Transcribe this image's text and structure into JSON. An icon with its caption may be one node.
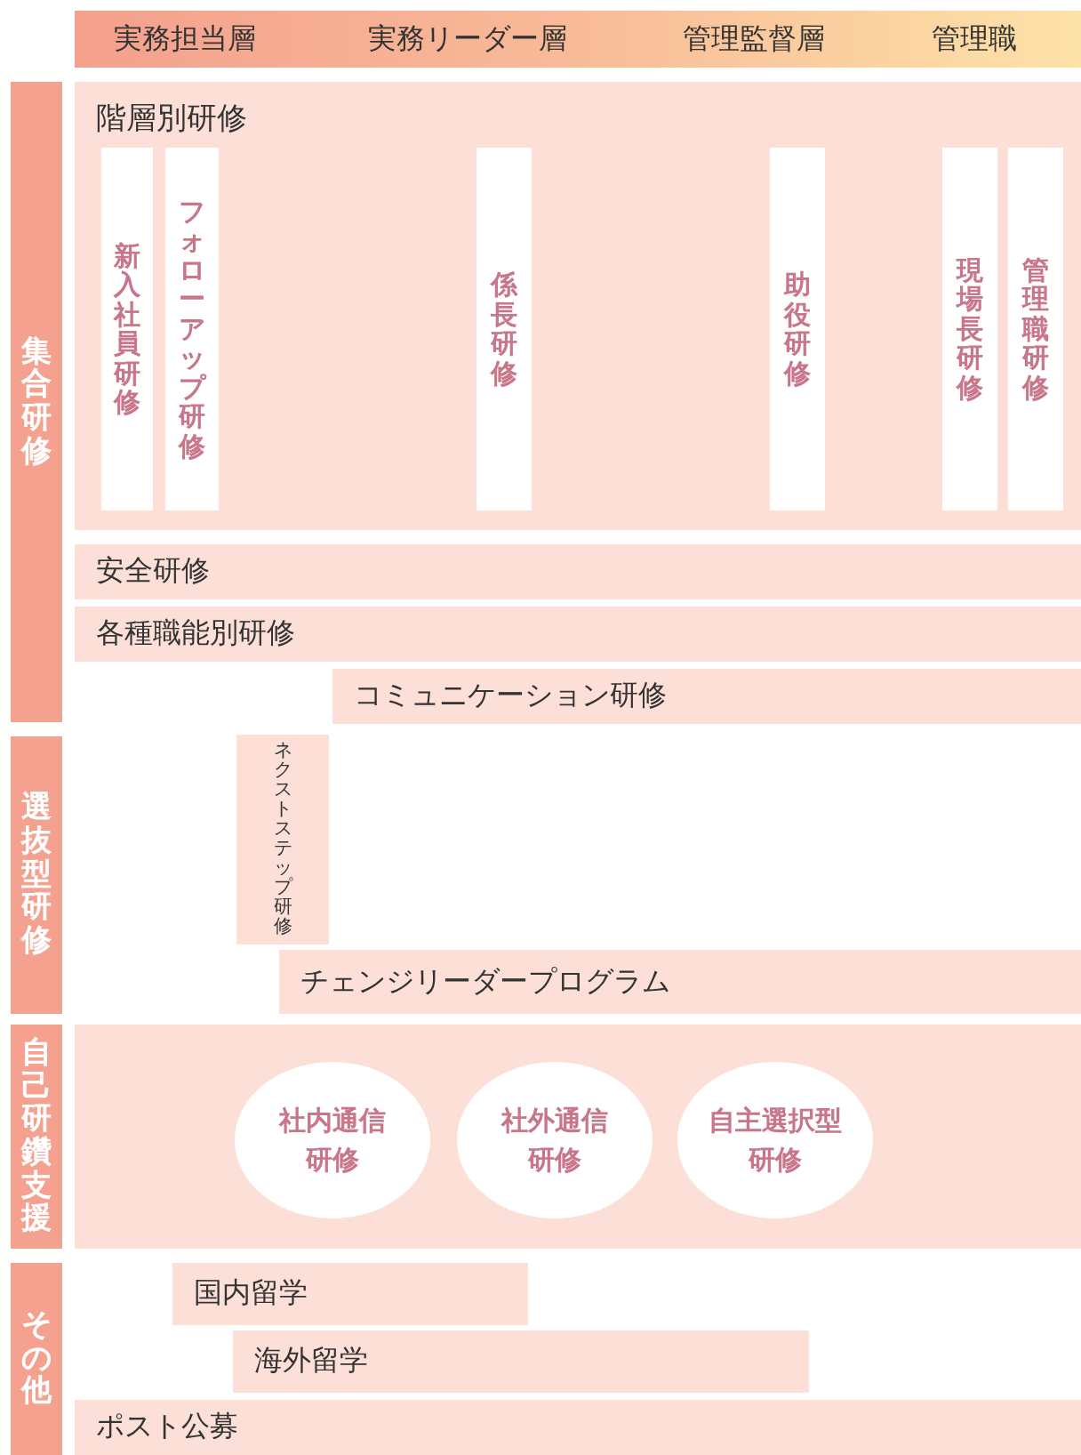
{
  "diagram": {
    "nodes": [
      {
        "text": [
          "実務担当層",
          "実務リーダー層",
          "管理監督層",
          "管理職"
        ]
      },
      {
        "text": [
          "集合研修"
        ]
      },
      {
        "text": [
          "階層別研修"
        ]
      },
      {
        "text": [
          "新入社員研修"
        ],
        "in": 2
      },
      {
        "text": [
          "フォローアップ研修"
        ],
        "in": 2
      },
      {
        "text": [
          "係長研修"
        ],
        "in": 2
      },
      {
        "text": [
          "助役研修"
        ],
        "in": 2
      },
      {
        "text": [
          "現場長研修"
        ],
        "in": 2
      },
      {
        "text": [
          "管理職研修"
        ],
        "in": 2
      },
      {
        "text": [
          "安全研修"
        ]
      },
      {
        "text": [
          "各種職能別研修"
        ]
      },
      {
        "text": [
          "コミュニケーション研修"
        ]
      },
      {
        "text": [
          "選抜型研修"
        ]
      },
      {
        "text": [
          "ネクストステップ研修"
        ]
      },
      {
        "text": [
          "チェンジリーダープログラム"
        ]
      },
      {
        "text": [
          "自己研鑽支援"
        ]
      },
      {
        "text": [],
        "shape": "box"
      },
      {
        "text": [
          "社内通信研修"
        ],
        "in": 16
      },
      {
        "text": [
          "社外通信研修"
        ],
        "in": 16
      },
      {
        "text": [
          "自主選択型研修"
        ],
        "in": 16
      },
      {
        "text": [
          "その他"
        ]
      },
      {
        "text": [
          "国内留学"
        ]
      },
      {
        "text": [
          "海外留学"
        ]
      },
      {
        "text": [
          "ポスト公募"
        ]
      }
    ]
  }
}
